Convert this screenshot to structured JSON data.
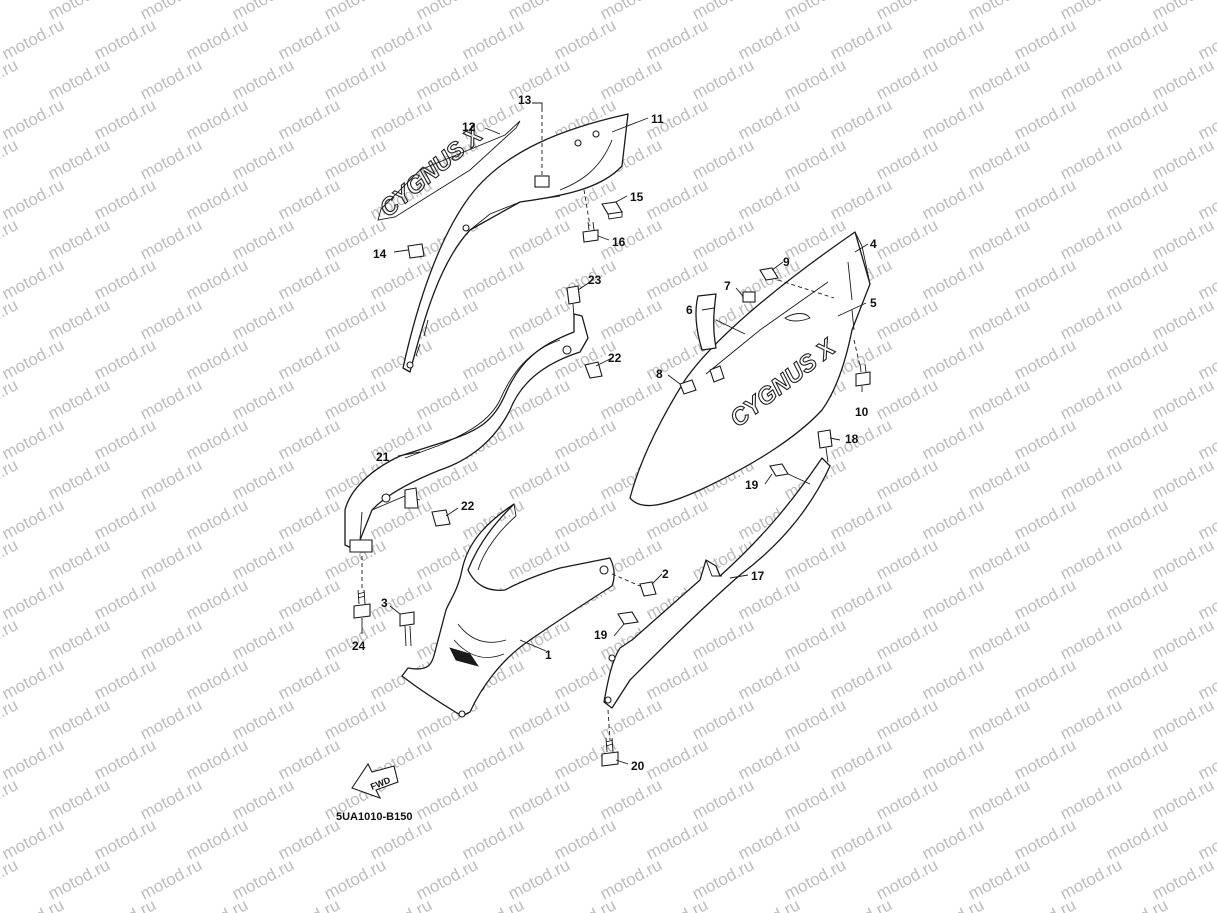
{
  "watermark": {
    "text": "motod.ru",
    "color": "#bdbdbd"
  },
  "diagram_code": "5UA1010-B150",
  "direction_marker": {
    "text": "FWD",
    "icon": "fwd-arrow-icon"
  },
  "brand_decals": {
    "side_cover": "CYGNUS X",
    "rear_cover": "CYGNUS X"
  },
  "callouts": [
    {
      "id": "1",
      "label": "1"
    },
    {
      "id": "2",
      "label": "2"
    },
    {
      "id": "3",
      "label": "3"
    },
    {
      "id": "4",
      "label": "4"
    },
    {
      "id": "5",
      "label": "5"
    },
    {
      "id": "6",
      "label": "6"
    },
    {
      "id": "7",
      "label": "7"
    },
    {
      "id": "8",
      "label": "8"
    },
    {
      "id": "9",
      "label": "9"
    },
    {
      "id": "10",
      "label": "10"
    },
    {
      "id": "11",
      "label": "11"
    },
    {
      "id": "12",
      "label": "12"
    },
    {
      "id": "13",
      "label": "13"
    },
    {
      "id": "14",
      "label": "14"
    },
    {
      "id": "15",
      "label": "15"
    },
    {
      "id": "16",
      "label": "16"
    },
    {
      "id": "17",
      "label": "17"
    },
    {
      "id": "18",
      "label": "18"
    },
    {
      "id": "19a",
      "label": "19"
    },
    {
      "id": "19b",
      "label": "19"
    },
    {
      "id": "20",
      "label": "20"
    },
    {
      "id": "21",
      "label": "21"
    },
    {
      "id": "22a",
      "label": "22"
    },
    {
      "id": "22b",
      "label": "22"
    },
    {
      "id": "23",
      "label": "23"
    },
    {
      "id": "24",
      "label": "24"
    }
  ]
}
